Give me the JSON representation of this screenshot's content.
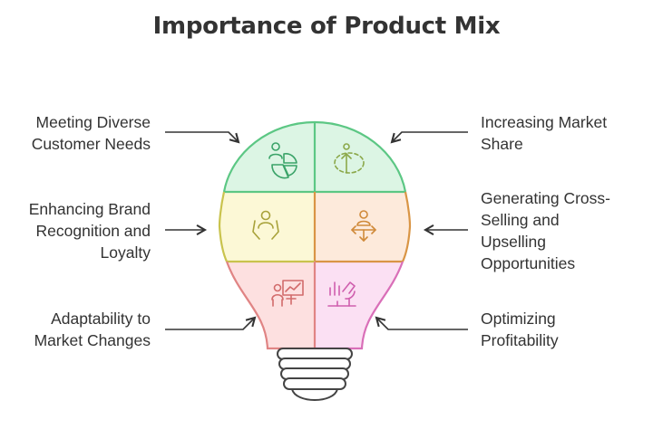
{
  "title": "Importance of Product Mix",
  "labels": {
    "meeting": [
      "Meeting Diverse",
      "Customer Needs"
    ],
    "market_share": [
      "Increasing Market",
      "Share"
    ],
    "brand": [
      "Enhancing Brand",
      "Recognition and",
      "Loyalty"
    ],
    "cross_selling": [
      "Generating Cross-",
      "Selling and",
      "Upselling",
      "Opportunities"
    ],
    "adaptability": [
      "Adaptability to",
      "Market Changes"
    ],
    "profitability": [
      "Optimizing",
      "Profitability"
    ]
  },
  "colors": {
    "green_fill": "#dcf5e4",
    "green_stroke": "#5cc784",
    "yellow_fill": "#fcf8d6",
    "yellow_stroke": "#c9c34d",
    "orange_fill": "#fdeadb",
    "orange_stroke": "#d99545",
    "red_fill": "#fde0e0",
    "red_stroke": "#e08484",
    "pink_fill": "#fbe0f3",
    "pink_stroke": "#d96fb8",
    "text": "#333333"
  },
  "icons": {
    "meeting": "customer-segments-icon",
    "market_share": "growth-arrow-icon",
    "brand": "loyal-customer-icon",
    "cross_selling": "directions-person-icon",
    "adaptability": "presentation-chart-icon",
    "profitability": "analysis-microscope-icon"
  }
}
